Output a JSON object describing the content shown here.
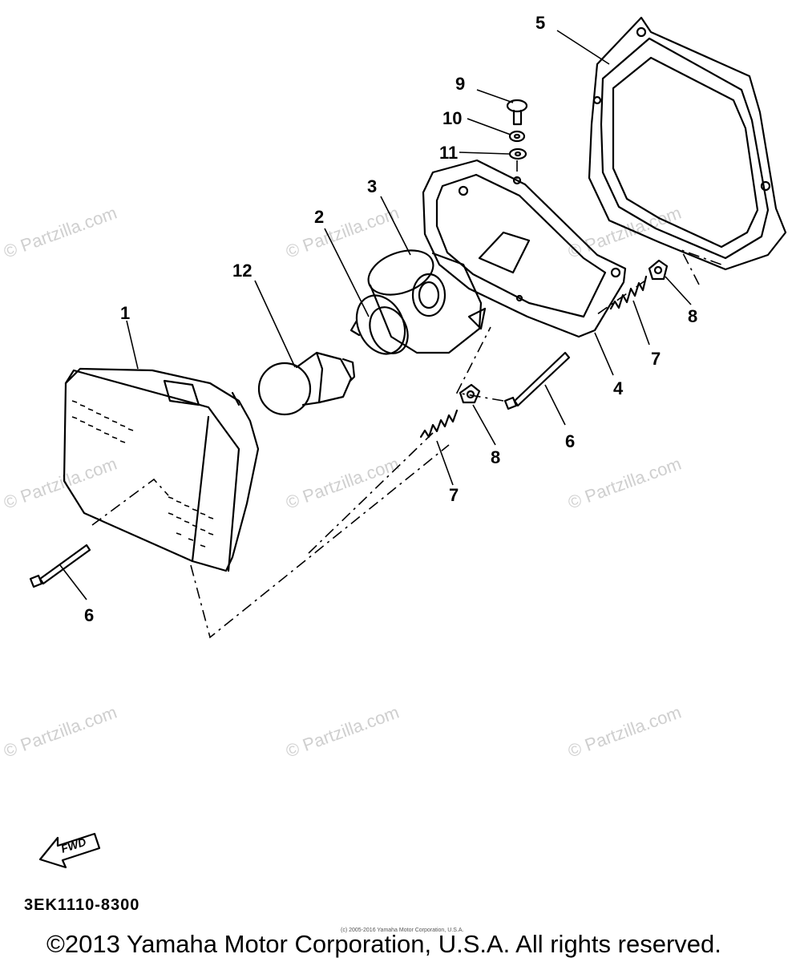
{
  "diagram": {
    "callouts": [
      {
        "id": "c1",
        "text": "1"
      },
      {
        "id": "c2",
        "text": "2"
      },
      {
        "id": "c3",
        "text": "3"
      },
      {
        "id": "c4",
        "text": "4"
      },
      {
        "id": "c5",
        "text": "5"
      },
      {
        "id": "c6a",
        "text": "6"
      },
      {
        "id": "c6b",
        "text": "6"
      },
      {
        "id": "c7a",
        "text": "7"
      },
      {
        "id": "c7b",
        "text": "7"
      },
      {
        "id": "c8a",
        "text": "8"
      },
      {
        "id": "c8b",
        "text": "8"
      },
      {
        "id": "c9",
        "text": "9"
      },
      {
        "id": "c10",
        "text": "10"
      },
      {
        "id": "c11",
        "text": "11"
      },
      {
        "id": "c12",
        "text": "12"
      }
    ],
    "fwd_label": "FWD",
    "part_code": "3EK1110-8300"
  },
  "watermark": "© Partzilla.com",
  "footer": {
    "small_copyright": "(c) 2005-2016 Yamaha Motor Corporation, U.S.A.",
    "copyright": "©2013 Yamaha Motor Corporation, U.S.A. All rights reserved."
  }
}
